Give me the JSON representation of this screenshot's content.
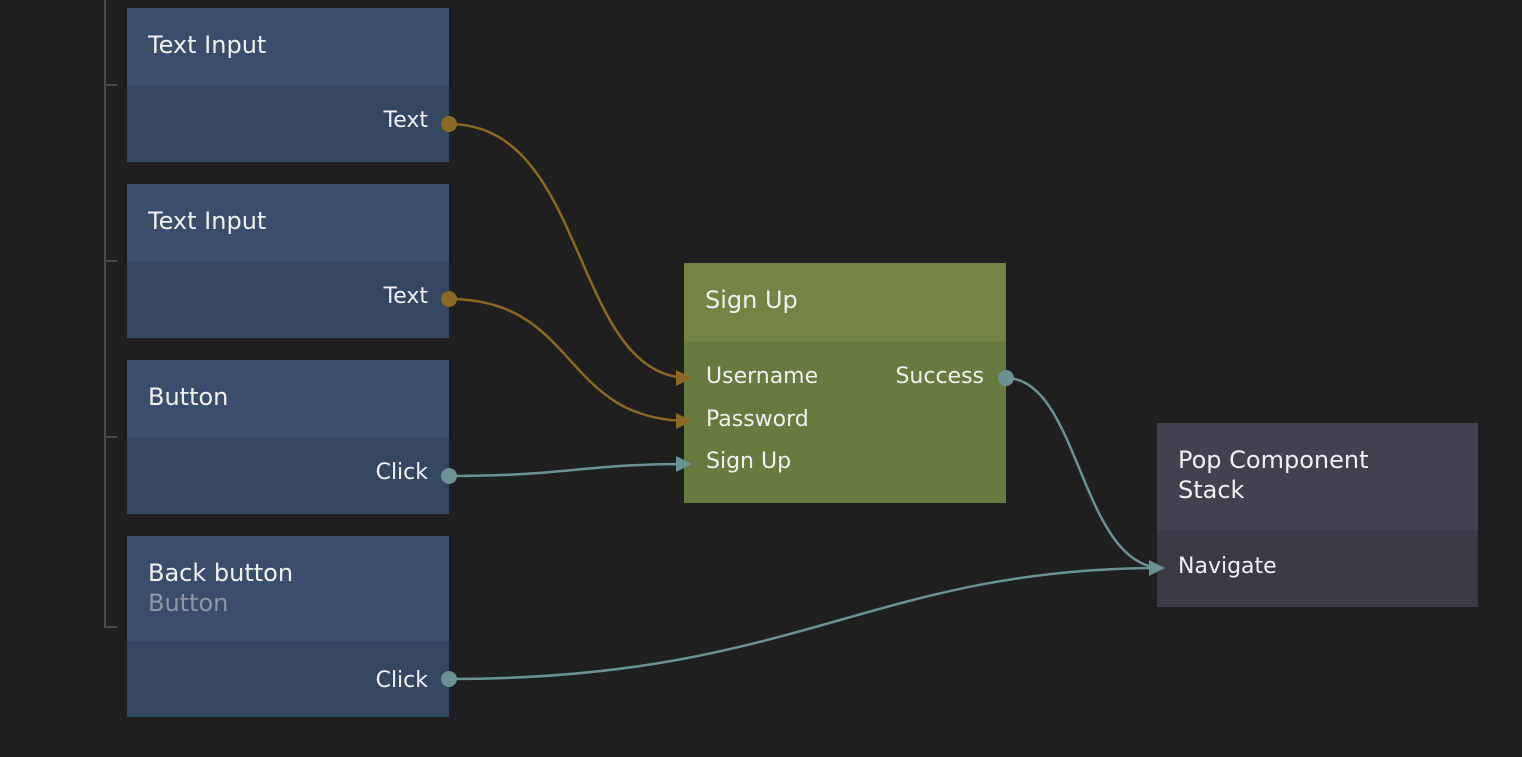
{
  "colors": {
    "background": "#1f1f1f",
    "ui_node_header": "#3a4d6b",
    "ui_node_body": "#344660",
    "logic_node_header": "#738444",
    "logic_node_body": "#677a3f",
    "nav_node_header": "#414150",
    "nav_node_body": "#3b3b48",
    "string_wire": "#8a6a22",
    "string_port": "#8a6a22",
    "signal_wire": "#6a9294",
    "signal_port": "#6a9294"
  },
  "nodes": {
    "text_input_1": {
      "title": "Text Input",
      "output": "Text"
    },
    "text_input_2": {
      "title": "Text Input",
      "output": "Text"
    },
    "button": {
      "title": "Button",
      "output": "Click"
    },
    "back_button": {
      "title": "Back button",
      "subtitle": "Button",
      "output": "Click"
    },
    "sign_up": {
      "title": "Sign Up",
      "inputs": [
        "Username",
        "Password",
        "Sign Up"
      ],
      "output": "Success"
    },
    "pop_component_stack": {
      "title_line1": "Pop Component",
      "title_line2": "Stack",
      "input": "Navigate"
    }
  },
  "connections": [
    {
      "from": "text_input_1.Text",
      "to": "sign_up.Username",
      "kind": "string"
    },
    {
      "from": "text_input_2.Text",
      "to": "sign_up.Password",
      "kind": "string"
    },
    {
      "from": "button.Click",
      "to": "sign_up.Sign Up",
      "kind": "signal"
    },
    {
      "from": "sign_up.Success",
      "to": "pop_component_stack.Navigate",
      "kind": "signal"
    },
    {
      "from": "back_button.Click",
      "to": "pop_component_stack.Navigate",
      "kind": "signal"
    }
  ]
}
